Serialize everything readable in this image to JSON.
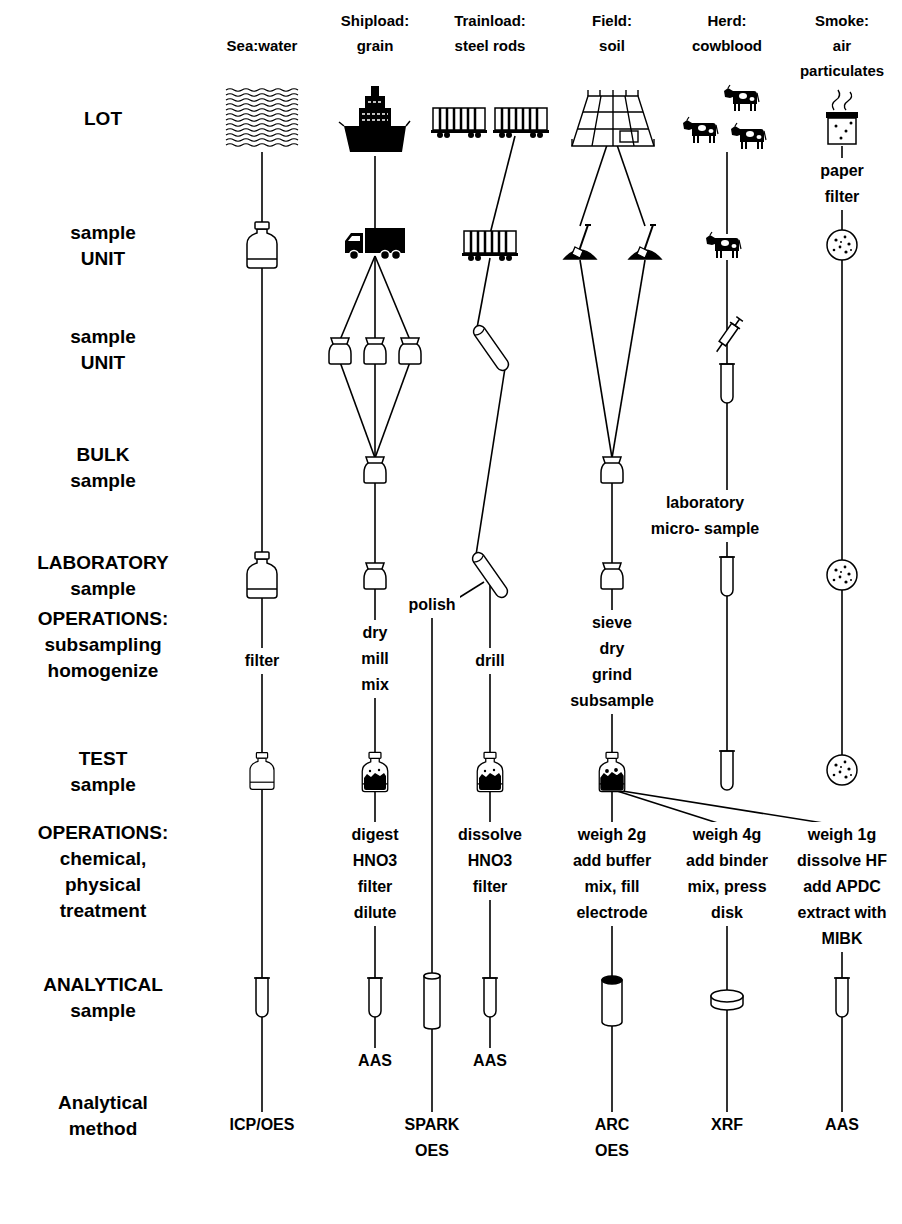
{
  "diagram": {
    "labels": [
      "Sea:water",
      "Shipload: grain",
      "Trainload: steel rods",
      "Field: soil",
      "Herd: cowblood",
      "Smoke: air particulates",
      "LOT",
      "paper filter",
      "sample UNIT",
      "sample UNIT",
      "BULK sample",
      "laboratory micro- sample",
      "LABORATORY sample",
      "polish",
      "OPERATIONS: subsampling homogenize",
      "filter",
      "dry mill mix",
      "drill",
      "sieve dry grind subsample",
      "TEST sample",
      "OPERATIONS: chemical, physical treatment",
      "digest HNO3 filter dilute",
      "dissolve HNO3 filter",
      "weigh 2g add buffer mix, fill electrode",
      "weigh 4g add binder mix, press disk",
      "weigh 1g dissolve HF add APDC extract with MIBK",
      "ANALYTICAL sample",
      "AAS",
      "AAS",
      "Analytical method",
      "ICP/OES",
      "SPARK OES",
      "ARC OES",
      "XRF",
      "AAS"
    ]
  }
}
